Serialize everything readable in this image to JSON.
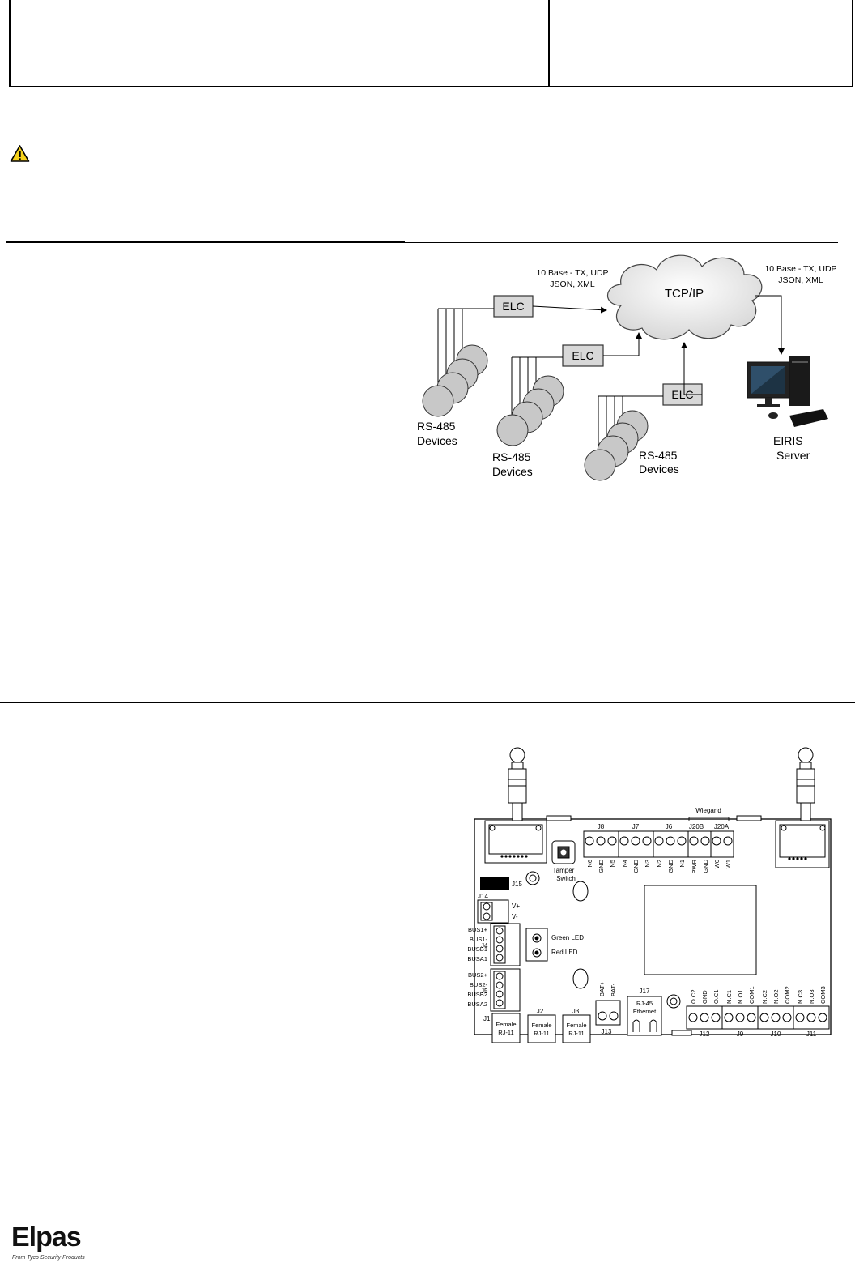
{
  "network_diagram": {
    "proto_left": [
      "10 Base - TX, UDP",
      "JSON, XML"
    ],
    "proto_right": [
      "10 Base - TX, UDP",
      "JSON, XML"
    ],
    "cloud_label": "TCP/IP",
    "elc_label": "ELC",
    "devices_label": [
      "RS-485",
      "Devices"
    ],
    "server_label": [
      "EIRIS",
      "Server"
    ]
  },
  "board_diagram": {
    "wiegand": "Wiegand",
    "top_connectors": [
      "J8",
      "J7",
      "J6",
      "J20B",
      "J20A"
    ],
    "top_pins": [
      "IN6",
      "GND",
      "IN5",
      "IN4",
      "GND",
      "IN3",
      "IN2",
      "GND",
      "IN1",
      "PWR",
      "GND",
      "W0",
      "W1"
    ],
    "tamper": [
      "Tamper",
      "Switch"
    ],
    "j15": "J15",
    "j14": "J14",
    "power_pins": [
      "V+",
      "V-"
    ],
    "j4": "J4",
    "bus1": [
      "BUS1+",
      "BUS1-",
      "BUSB1",
      "BUSA1"
    ],
    "leds": [
      "Green LED",
      "Red LED"
    ],
    "j5": "J5",
    "bus2": [
      "BUS2+",
      "BUS2-",
      "BUSB2",
      "BUSA2"
    ],
    "rj11": [
      {
        "id": "J1",
        "label": [
          "Female",
          "RJ-11"
        ]
      },
      {
        "id": "J2",
        "label": [
          "Female",
          "RJ-11"
        ]
      },
      {
        "id": "J3",
        "label": [
          "Female",
          "RJ-11"
        ]
      }
    ],
    "battery_pins": [
      "BAT+",
      "BAT-"
    ],
    "j13": "J13",
    "j17": "J17",
    "ethernet": [
      "RJ-45",
      "Ethernet"
    ],
    "bottom_pins": [
      "O.C2",
      "GND",
      "O.C1",
      "N.C1",
      "N.O1",
      "COM1",
      "N.C2",
      "N.O2",
      "COM2",
      "N.C3",
      "N.O3",
      "COM3"
    ],
    "bottom_connectors": [
      "J12",
      "J9",
      "J10",
      "J11"
    ]
  },
  "footer": {
    "logo_text": "Elpas",
    "logo_tagline": "From Tyco Security Products"
  }
}
